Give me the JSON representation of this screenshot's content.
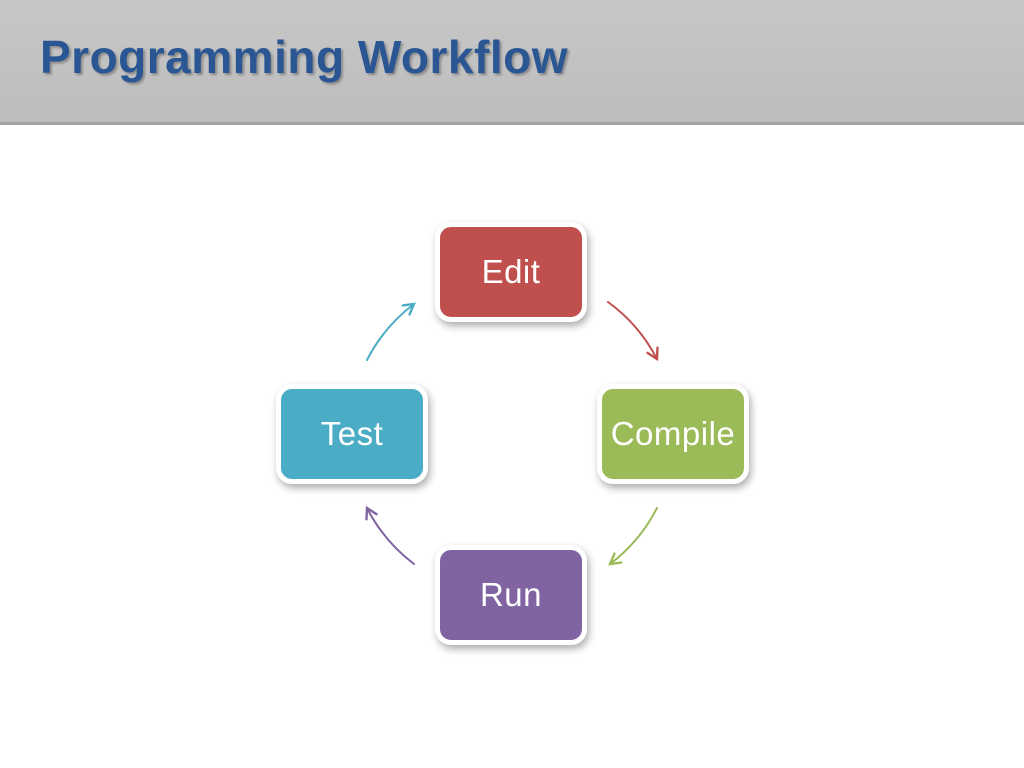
{
  "slide": {
    "title": "Programming Workflow",
    "title_color": "#2A5694",
    "header_bg": "#C2C2C2",
    "header_edge_color": "#A4A4A4",
    "body_bg": "#FFFFFF"
  },
  "diagram": {
    "type": "cycle",
    "nodes": [
      {
        "id": "edit",
        "label": "Edit",
        "color": "#C0504D",
        "position": "top"
      },
      {
        "id": "compile",
        "label": "Compile",
        "color": "#9BBB59",
        "position": "right"
      },
      {
        "id": "run",
        "label": "Run",
        "color": "#8064A2",
        "position": "bottom"
      },
      {
        "id": "test",
        "label": "Test",
        "color": "#4BACC6",
        "position": "left"
      }
    ],
    "arrows": [
      {
        "id": "edit-to-compile",
        "from": "Edit",
        "to": "Compile",
        "color": "#C0504D"
      },
      {
        "id": "compile-to-run",
        "from": "Compile",
        "to": "Run",
        "color": "#9BBB59"
      },
      {
        "id": "run-to-test",
        "from": "Run",
        "to": "Test",
        "color": "#8064A2"
      },
      {
        "id": "test-to-edit",
        "from": "Test",
        "to": "Edit",
        "color": "#4BACC6"
      }
    ]
  }
}
